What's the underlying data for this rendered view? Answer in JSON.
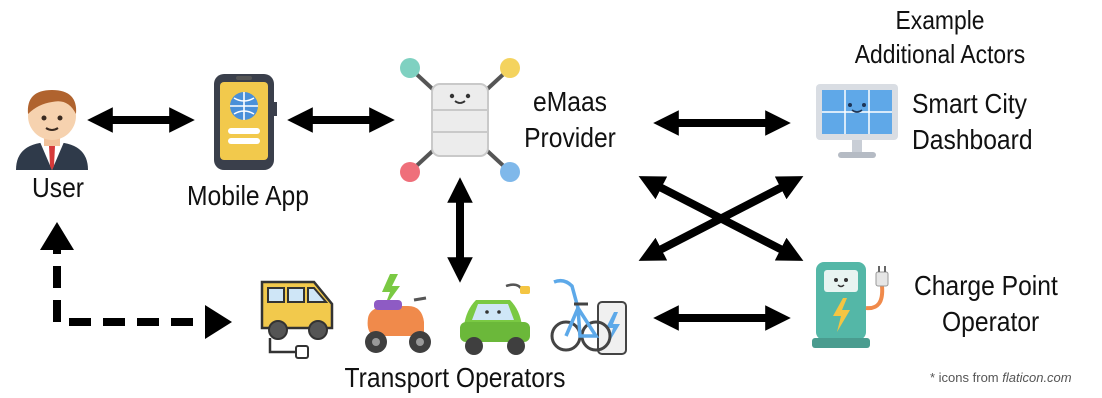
{
  "labels": {
    "user": "User",
    "mobile_app": "Mobile App",
    "emaas_line1": "eMaas",
    "emaas_line2": "Provider",
    "example_line1": "Example",
    "example_line2": "Additional Actors",
    "smart_line1": "Smart City",
    "smart_line2": "Dashboard",
    "charge_line1": "Charge Point",
    "charge_line2": "Operator",
    "transport_operators": "Transport Operators"
  },
  "credit": {
    "prefix": "* icons from ",
    "site": "flaticon.com"
  },
  "icons": [
    "user-avatar-icon",
    "smartphone-icon",
    "server-hub-icon",
    "dashboard-monitor-icon",
    "charging-station-icon",
    "van-icon",
    "scooter-icon",
    "electric-car-icon",
    "ebike-icon"
  ],
  "colors": {
    "arrow": "#000000",
    "teal": "#54b7a7",
    "yellow": "#f4c542",
    "orange": "#f08a4b",
    "blue": "#5da9e9",
    "light_grey": "#e6e6e6"
  }
}
